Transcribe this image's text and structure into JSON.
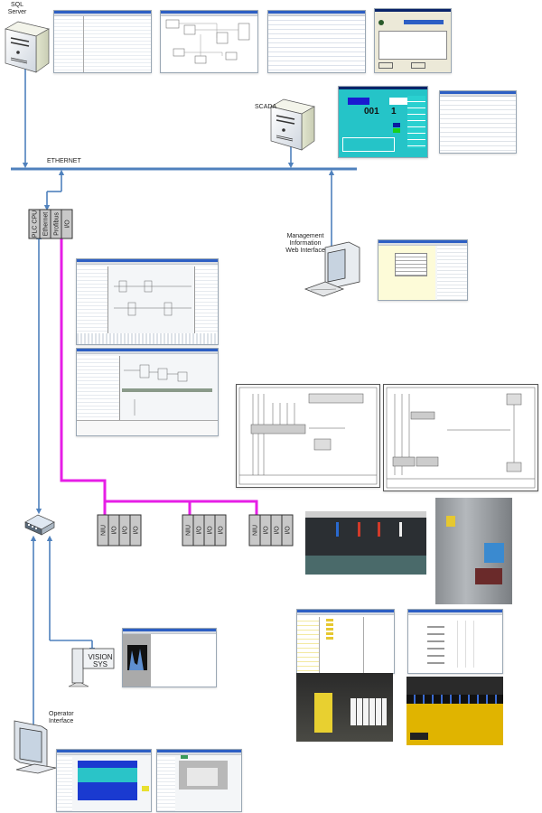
{
  "nodes": {
    "sql_server": {
      "label": "SQL\nServer"
    },
    "scada": {
      "label": "SCADA"
    },
    "ethernet": {
      "label": "ETHERNET"
    },
    "mgmt": {
      "label": "Management\nInformation\nWeb Interface"
    },
    "plc_rack": {
      "modules": [
        "PLC CPU",
        "Ethernet",
        "Profibus",
        "I/O"
      ]
    },
    "nius": [
      {
        "modules": [
          "NIU",
          "I/O",
          "I/O",
          "I/O"
        ]
      },
      {
        "modules": [
          "NIU",
          "I/O",
          "I/O",
          "I/O"
        ]
      },
      {
        "modules": [
          "NIU",
          "I/O",
          "I/O",
          "I/O"
        ]
      }
    ],
    "vision": {
      "label": "VISION\nSYS"
    },
    "operator": {
      "label": "Operator\nInterface"
    },
    "switch": {
      "label": "network-switch"
    }
  },
  "scada_screen": {
    "counter_left": "001",
    "counter_right": "1"
  },
  "colors": {
    "ethernet": "#4f81bd",
    "profibus": "#e61ee6",
    "module_fill": "#c8c8c8",
    "module_stroke": "#333333"
  },
  "thumbnails": {
    "sql_screens": [
      "database-tree-screen",
      "er-diagram-screen",
      "sql-editor-screen",
      "properties-dialog-screen"
    ],
    "scada_screens": [
      "scada-hmi-screen",
      "scada-script-screen"
    ],
    "plc_screens": [
      "plc-ladder-screen",
      "plc-function-block-screen"
    ],
    "mgmt_screen": "web-report-screen",
    "schematics": [
      "wiring-schematic-1",
      "wiring-schematic-2"
    ],
    "photos": [
      "plc-rack-photo",
      "control-cabinet-photo",
      "safety-relay-photo",
      "safety-controller-photo"
    ],
    "config_screens": [
      "safety-config-tree-screen",
      "safety-config-grid-screen"
    ],
    "vision_screen": "vision-histogram-screen",
    "operator_screens": [
      "operator-hmi-screen",
      "operator-dev-screen"
    ]
  }
}
